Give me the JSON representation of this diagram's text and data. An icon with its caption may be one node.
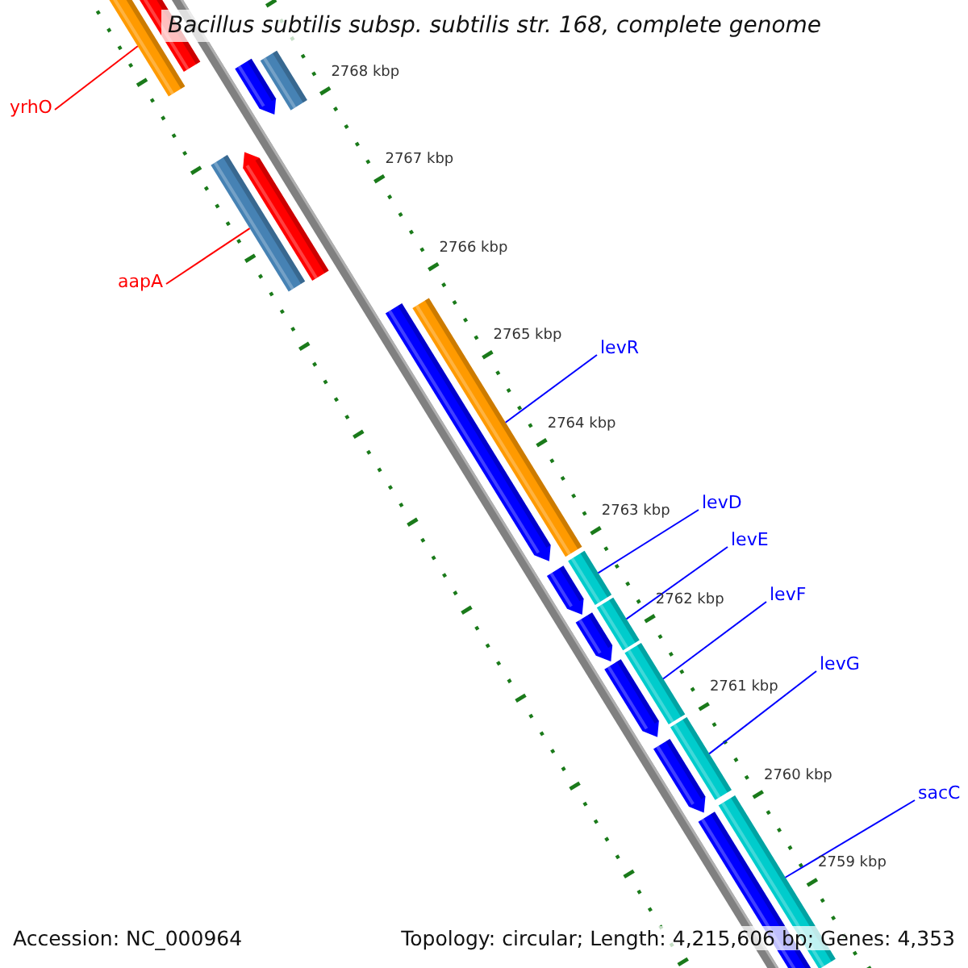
{
  "diagram": {
    "title": "Bacillus subtilis subsp. subtilis str. 168, complete genome",
    "nodes": [
      {
        "text": [
          "yrhO"
        ]
      },
      {
        "text": [],
        "shape": "bar"
      },
      {
        "text": [
          "aapA"
        ]
      },
      {
        "text": [],
        "shape": "bar"
      },
      {
        "text": [
          "levR"
        ]
      },
      {
        "text": [],
        "shape": "bar"
      },
      {
        "text": [
          "levD"
        ]
      },
      {
        "text": [],
        "shape": "bar"
      },
      {
        "text": [
          "levE"
        ]
      },
      {
        "text": [],
        "shape": "bar"
      },
      {
        "text": [
          "levF"
        ]
      },
      {
        "text": [],
        "shape": "bar"
      },
      {
        "text": [
          "levG"
        ]
      },
      {
        "text": [],
        "shape": "bar"
      },
      {
        "text": [
          "sacC"
        ]
      },
      {
        "text": [],
        "shape": "bar"
      }
    ],
    "edges": [
      {
        "from": 0,
        "to": 1,
        "arrow": "none",
        "color": "#ff0000"
      },
      {
        "from": 2,
        "to": 3,
        "arrow": "none",
        "color": "#ff0000"
      },
      {
        "from": 4,
        "to": 5,
        "arrow": "none"
      },
      {
        "from": 6,
        "to": 7,
        "arrow": "none"
      },
      {
        "from": 8,
        "to": 9,
        "arrow": "none"
      },
      {
        "from": 10,
        "to": 11,
        "arrow": "none"
      },
      {
        "from": 12,
        "to": 13,
        "arrow": "none"
      },
      {
        "from": 14,
        "to": 15,
        "arrow": "none"
      }
    ],
    "labels": [
      "2768 kbp",
      "2767 kbp",
      "2766 kbp",
      "2765 kbp",
      "2764 kbp",
      "2763 kbp",
      "2762 kbp",
      "2761 kbp",
      "2760 kbp",
      "2759 kbp",
      "Accession: NC_000964",
      "Topology: circular; Length: 4,215,606 bp; Genes: 4,353"
    ]
  }
}
